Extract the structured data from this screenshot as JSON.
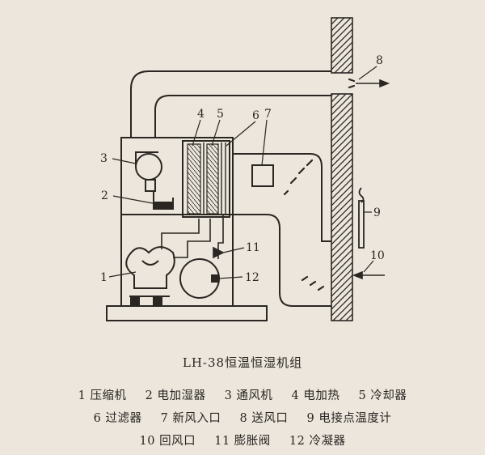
{
  "caption": "LH-38恒温恒湿机组",
  "callout_numbers": [
    "1",
    "2",
    "3",
    "4",
    "5",
    "6",
    "7",
    "8",
    "9",
    "10",
    "11",
    "12"
  ],
  "legend": {
    "line1": [
      "1 压缩机",
      "2 电加湿器",
      "3 通风机",
      "4 电加热",
      "5 冷却器"
    ],
    "line2": [
      "6 过滤器",
      "7 新风入口",
      "8 送风口",
      "9 电接点温度计"
    ],
    "line3": [
      "10 回风口",
      "11 膨胀阀",
      "12 冷凝器"
    ]
  }
}
